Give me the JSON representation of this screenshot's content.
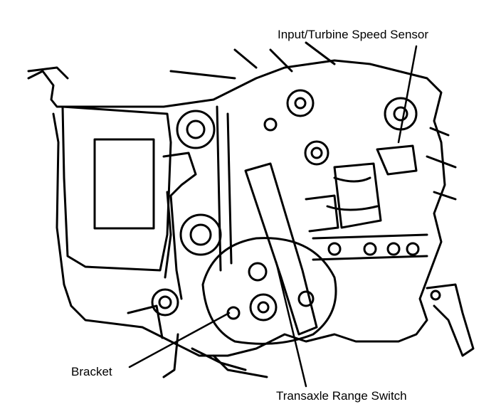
{
  "diagram": {
    "labels": {
      "sensor": "Input/Turbine Speed Sensor",
      "bracket": "Bracket",
      "switch": "Transaxle Range Switch"
    },
    "colors": {
      "ink": "#000000",
      "paper": "#ffffff"
    }
  }
}
